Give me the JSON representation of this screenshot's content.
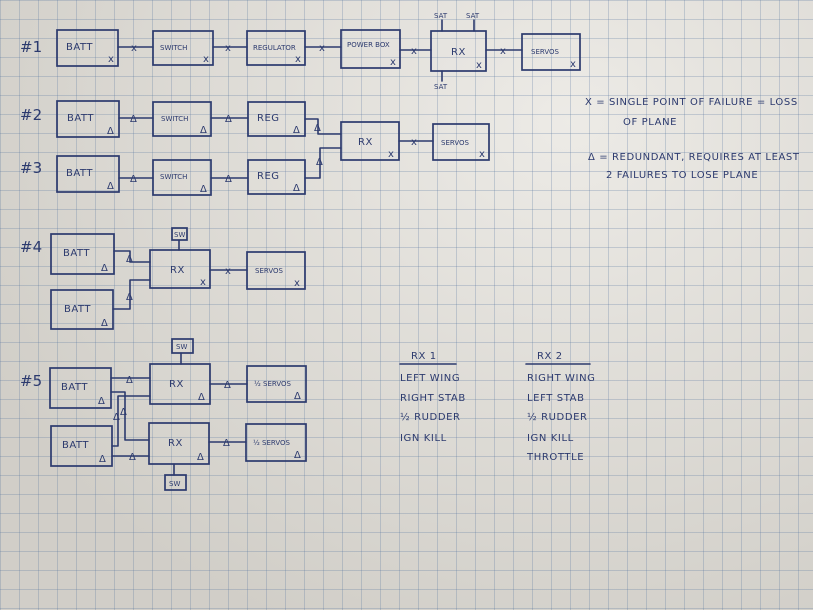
{
  "rows": {
    "r1": {
      "label": "#1",
      "batt": "BATT",
      "switch": "SWITCH",
      "regulator": "REGULATOR",
      "powerbox": "POWER BOX",
      "rx": "RX",
      "servos": "SERVOS",
      "sat_a": "SAT",
      "sat_b": "SAT",
      "sat_c": "SAT"
    },
    "r2": {
      "label": "#2",
      "batt": "BATT",
      "switch": "SWITCH",
      "reg": "REG"
    },
    "r3": {
      "label": "#3",
      "batt": "BATT",
      "switch": "SWITCH",
      "reg": "REG"
    },
    "r23": {
      "rx": "RX",
      "servos": "SERVOS"
    },
    "r4": {
      "label": "#4",
      "batt_a": "BATT",
      "batt_b": "BATT",
      "rx": "RX",
      "servos": "SERVOS",
      "sw": "SW"
    },
    "r5": {
      "label": "#5",
      "batt_a": "BATT",
      "batt_b": "BATT",
      "rx_a": "RX",
      "rx_b": "RX",
      "servos_a": "½ SERVOS",
      "servos_b": "½ SERVOS",
      "sw_a": "SW",
      "sw_b": "SW"
    }
  },
  "marks": {
    "x": "x",
    "delta": "Δ"
  },
  "legend": {
    "x_line1": "X = SINGLE POINT OF FAILURE = LOSS",
    "x_line2": "OF PLANE",
    "delta_line1": "Δ = REDUNDANT, REQUIRES AT LEAST",
    "delta_line2": "2 FAILURES TO LOSE PLANE"
  },
  "rx_table": {
    "rx1": {
      "header": "RX 1",
      "items": [
        "LEFT WING",
        "RIGHT STAB",
        "½ RUDDER",
        "IGN KILL"
      ]
    },
    "rx2": {
      "header": "RX 2",
      "items": [
        "RIGHT WING",
        "LEFT STAB",
        "½ RUDDER",
        "IGN KILL",
        "THROTTLE"
      ]
    }
  }
}
